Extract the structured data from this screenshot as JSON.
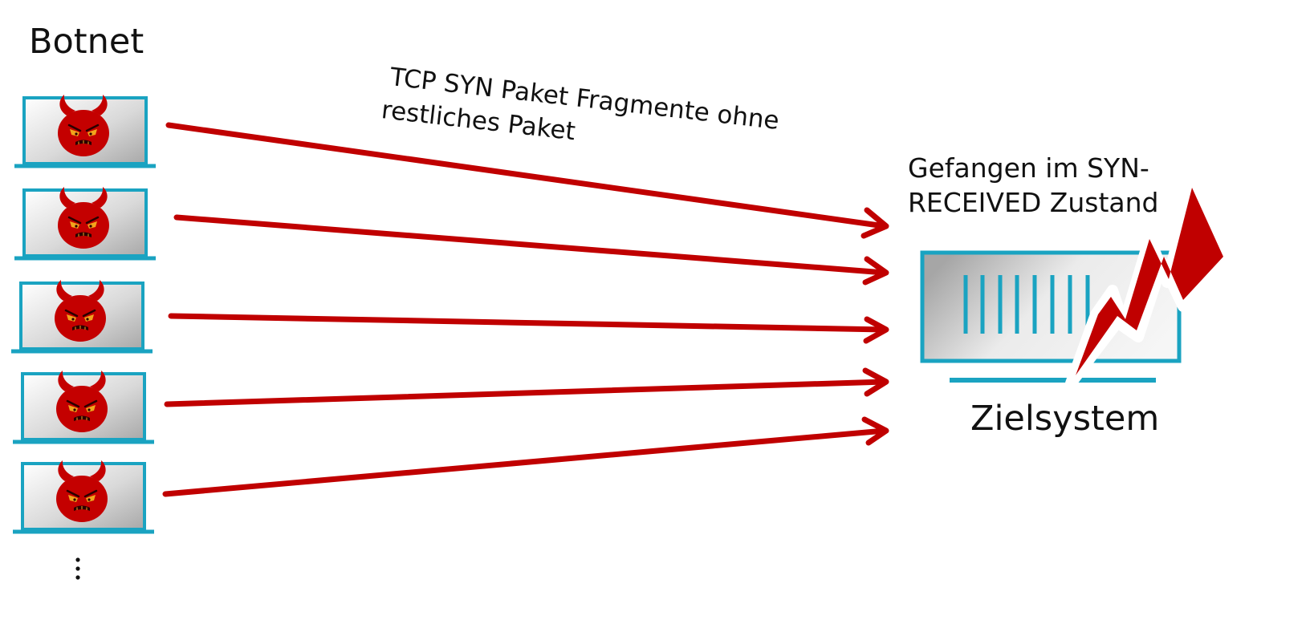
{
  "diagram": {
    "botnet_label": "Botnet",
    "packet_label_line1": "TCP SYN Paket Fragmente ohne",
    "packet_label_line2": "restliches Paket",
    "trapped_label_line1": "Gefangen im SYN-",
    "trapped_label_line2": "RECEIVED Zustand",
    "target_label": "Zielsystem",
    "continuation": "⋮",
    "bot_count": 5,
    "arrow_count": 5
  },
  "colors": {
    "arrow": "#c00000",
    "device_frame": "#1aa3c1",
    "devil_face": "#c40000",
    "lightning": "#c00000",
    "text": "#111111"
  },
  "icons": {
    "bot": "laptop-with-devil-icon",
    "target": "server-icon",
    "attack": "lightning-bolt-icon"
  }
}
